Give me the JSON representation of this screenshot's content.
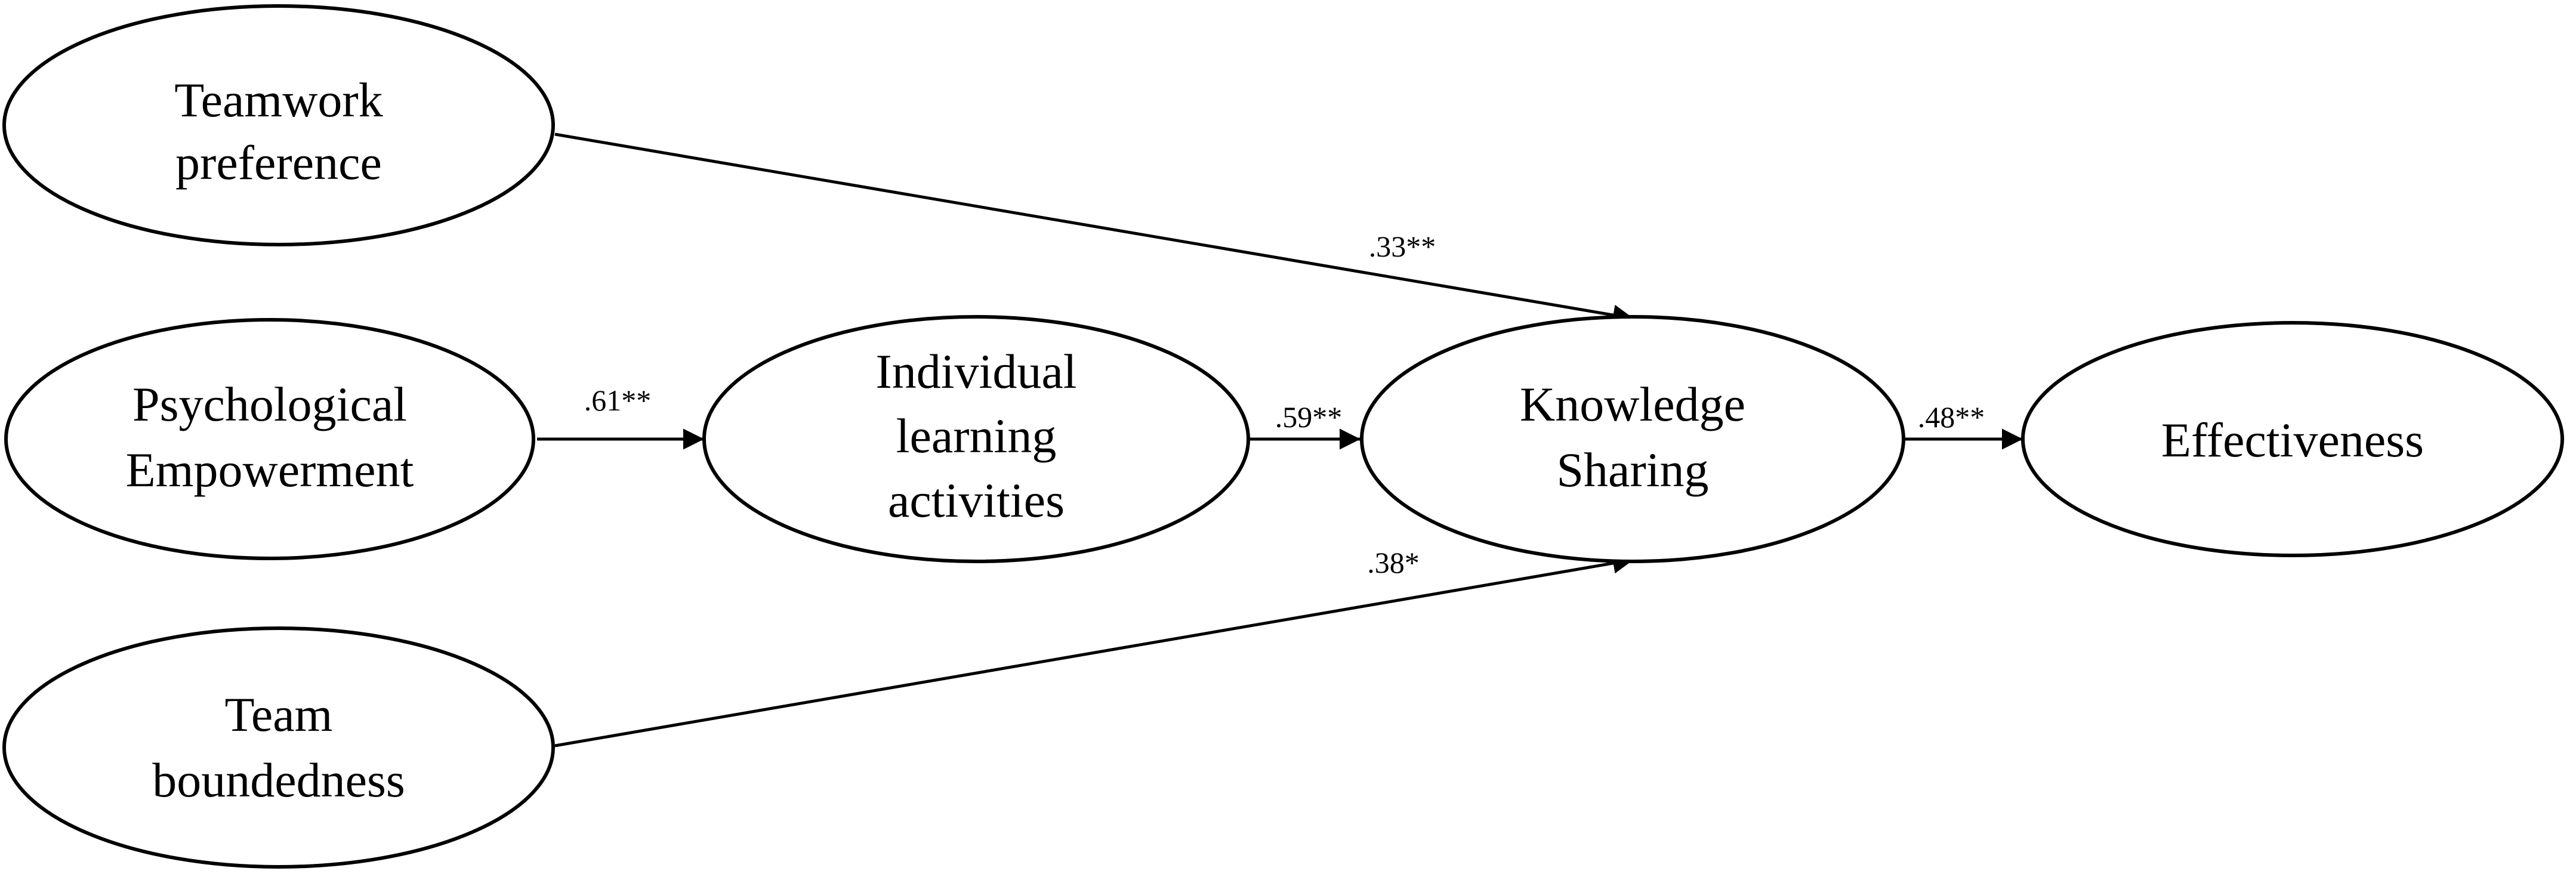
{
  "diagram": {
    "nodes": {
      "teamwork": {
        "lines": [
          "Teamwork",
          "preference"
        ]
      },
      "empowerment": {
        "lines": [
          "Psychological",
          "Empowerment"
        ]
      },
      "learning": {
        "lines": [
          "Individual",
          "learning",
          "activities"
        ]
      },
      "sharing": {
        "lines": [
          "Knowledge",
          "Sharing"
        ]
      },
      "effectiveness": {
        "lines": [
          "Effectiveness"
        ]
      },
      "boundedness": {
        "lines": [
          "Team",
          "boundedness"
        ]
      }
    },
    "edges": [
      {
        "from": "teamwork",
        "to": "sharing",
        "coefficient": ".33**"
      },
      {
        "from": "empowerment",
        "to": "learning",
        "coefficient": ".61**"
      },
      {
        "from": "learning",
        "to": "sharing",
        "coefficient": ".59**"
      },
      {
        "from": "sharing",
        "to": "effectiveness",
        "coefficient": ".48**"
      },
      {
        "from": "boundedness",
        "to": "sharing",
        "coefficient": ".38*"
      }
    ]
  }
}
